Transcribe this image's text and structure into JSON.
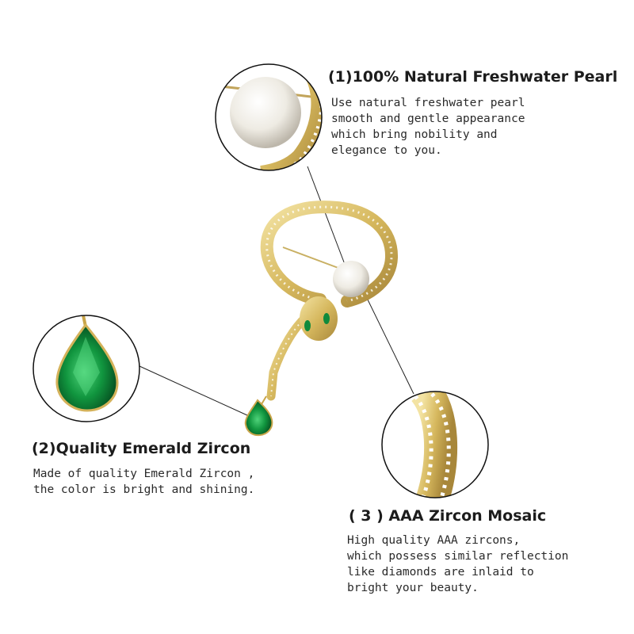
{
  "features": [
    {
      "title": "(1)100% Natural Freshwater Pearl",
      "description": "Use natural freshwater pearl\nsmooth and gentle appearance\nwhich bring nobility and\nelegance to you."
    },
    {
      "title": "(2)Quality Emerald Zircon",
      "description": "Made of quality Emerald Zircon ,\nthe color is bright and shining."
    },
    {
      "title": "( 3 ) AAA Zircon Mosaic",
      "description": "High quality AAA zircons,\nwhich possess similar reflection\nlike diamonds are inlaid to\nbright your beauty."
    }
  ],
  "colors": {
    "gold": "#d9bf6b",
    "emerald": "#0f8a3c",
    "pearl": "#f4f1ea"
  }
}
